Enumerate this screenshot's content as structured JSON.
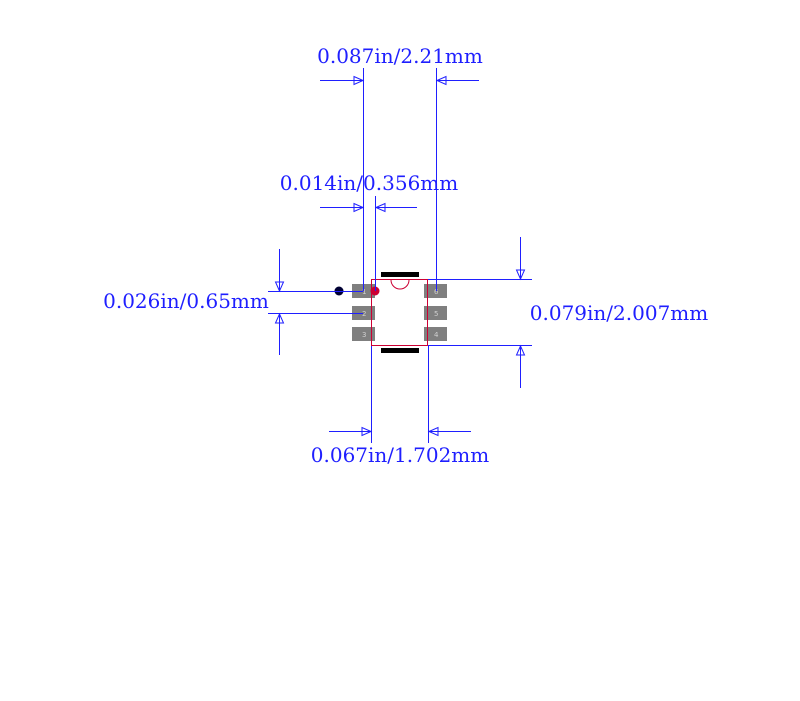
{
  "dimensions": {
    "pad_span": "0.087in/2.21mm",
    "pad_width": "0.014in/0.356mm",
    "pitch": "0.026in/0.65mm",
    "body_height": "0.079in/2.007mm",
    "body_width": "0.067in/1.702mm"
  },
  "pin_labels": [
    "1",
    "2",
    "3",
    "4",
    "5",
    "6"
  ],
  "colors": {
    "dimension": "#1f1fff",
    "outline": "#cc0033",
    "pad": "#7f7f7f",
    "silkscreen": "#000000",
    "pin1_dot": "#000033",
    "pin1_marker": "#cc0033"
  }
}
